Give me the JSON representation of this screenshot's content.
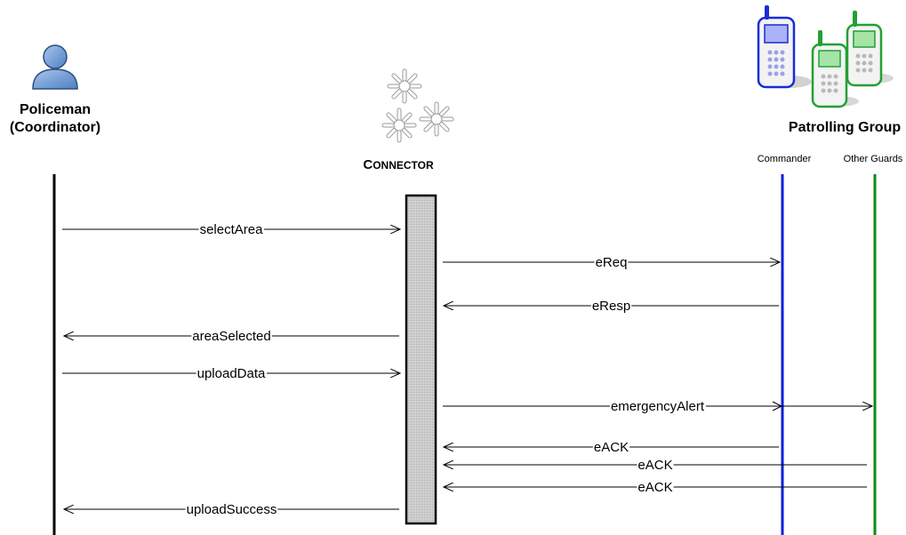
{
  "actors": {
    "policeman": {
      "line1": "Policeman",
      "line2": "(Coordinator)"
    },
    "connector": {
      "label_first": "C",
      "label_rest": "ONNECTOR"
    },
    "patrolling": {
      "label": "Patrolling Group",
      "commander": "Commander",
      "guards": "Other Guards"
    }
  },
  "colors": {
    "policeman_line": "#000000",
    "connector_box": "#c8c8c8",
    "commander_line": "#0a1fd6",
    "guards_line": "#0b8a1c",
    "person_icon": "#6f9bd6",
    "phone_blue": "#1a2bd8",
    "phone_green": "#22a033"
  },
  "messages": [
    {
      "label": "selectArea",
      "from": "policeman",
      "to": "connector"
    },
    {
      "label": "eReq",
      "from": "connector",
      "to": "commander"
    },
    {
      "label": "eResp",
      "from": "commander",
      "to": "connector"
    },
    {
      "label": "areaSelected",
      "from": "connector",
      "to": "policeman"
    },
    {
      "label": "uploadData",
      "from": "policeman",
      "to": "connector"
    },
    {
      "label": "emergencyAlert",
      "from": "connector",
      "to": "guards",
      "via": "commander"
    },
    {
      "label": "eACK",
      "from": "commander",
      "to": "connector"
    },
    {
      "label": "eACK",
      "from": "guards",
      "to": "connector"
    },
    {
      "label": "eACK",
      "from": "guards",
      "to": "connector"
    },
    {
      "label": "uploadSuccess",
      "from": "connector",
      "to": "policeman"
    }
  ],
  "icons": [
    "person-icon",
    "gear-icon",
    "mobile-phone-icon"
  ]
}
